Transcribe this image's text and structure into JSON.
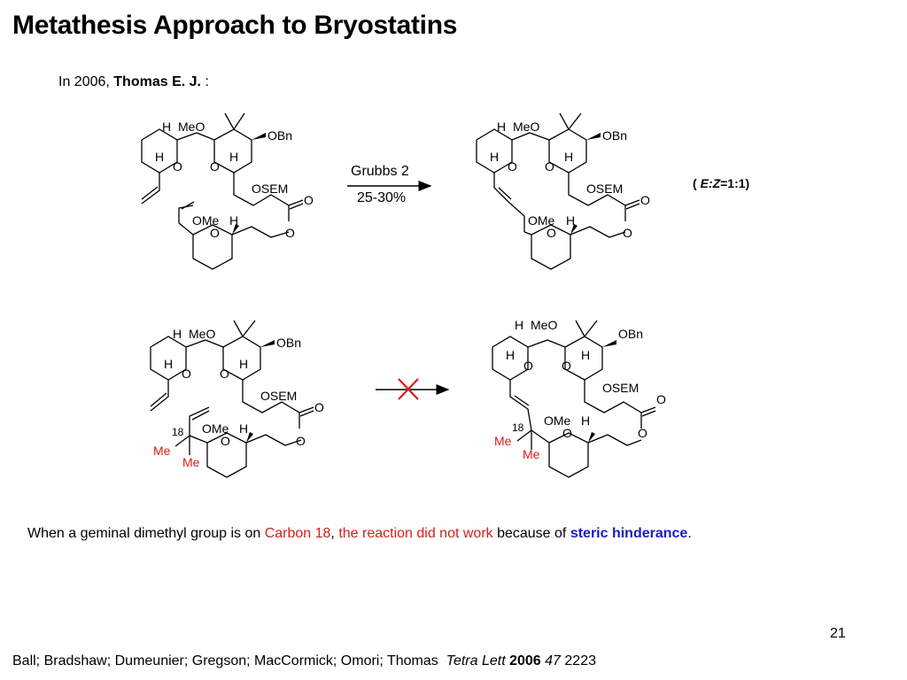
{
  "slide": {
    "title": "Metathesis Approach to Bryostatins",
    "intro": {
      "prefix": "In 2006,",
      "author": "Thomas E. J.",
      "suffix": ":"
    },
    "ez_ratio": {
      "open": "(",
      "label": "E:Z",
      "value": "=1:1)"
    },
    "summary": {
      "part1": "When  a geminal dimethyl group is on ",
      "carbon": "Carbon 18",
      "comma": ",",
      "failed": " the reaction did not work",
      "part2": " because of ",
      "reason": "steric hinderance",
      "period": "."
    },
    "page_number": "21",
    "citation": {
      "authors": "Ball; Bradshaw; Dumeunier; Gregson; MacCormick; Omori; Thomas",
      "journal": "Tetra Lett",
      "year": "2006",
      "volume": "47",
      "page": "2223"
    }
  },
  "reaction_conditions": {
    "catalyst": "Grubbs 2",
    "yield": "25-30%"
  },
  "labels": {
    "H": "H",
    "MeO": "MeO",
    "OBn": "OBn",
    "O": "O",
    "OSEM": "OSEM",
    "OMe": "OMe",
    "Me": "Me",
    "c18": "18"
  },
  "colors": {
    "accent_red": "#d81b1b",
    "accent_blue": "#1a1acb"
  }
}
